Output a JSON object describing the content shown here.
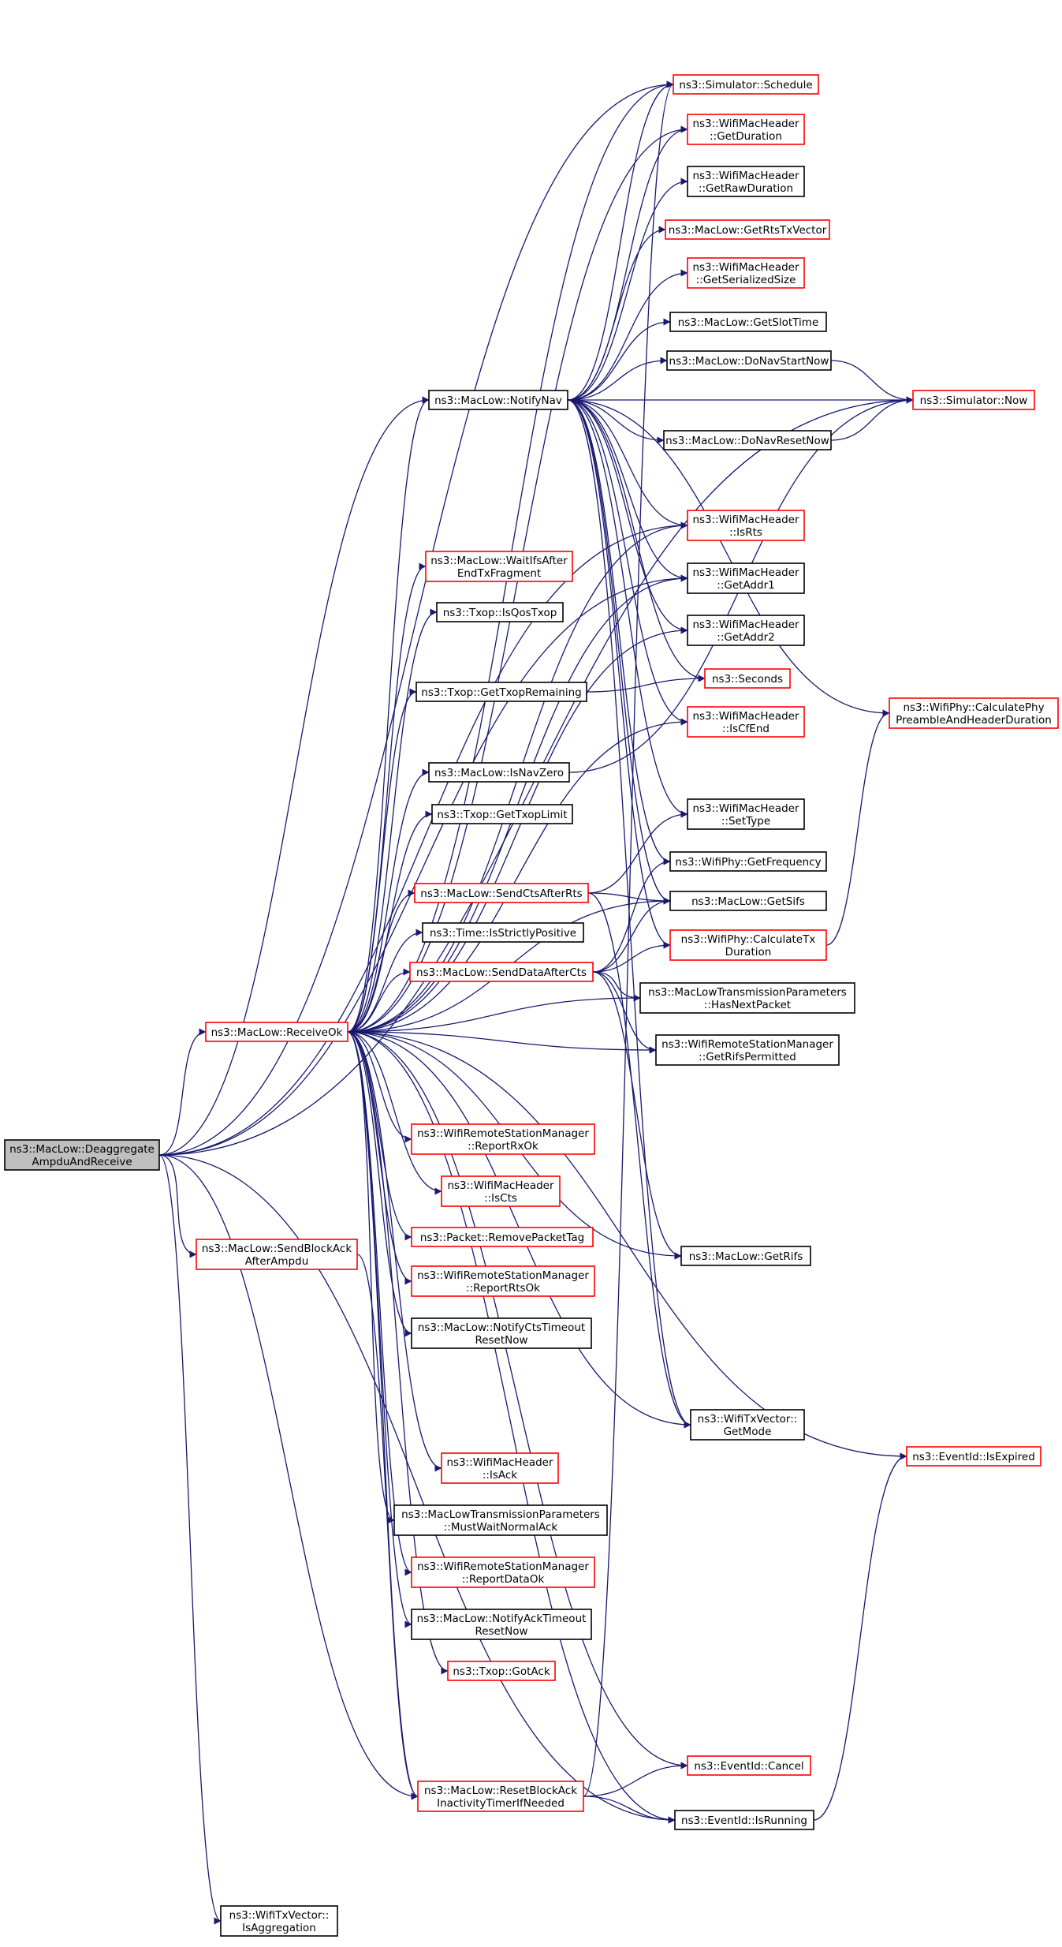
{
  "colors": {
    "edge": "#191970",
    "node_border_black": "#000000",
    "node_border_red": "#ff0000",
    "node_fill": "#ffffff",
    "focus_fill": "#bfbfbf"
  },
  "nodes": [
    {
      "id": "deagg",
      "lines": [
        "ns3::MacLow::Deaggregate",
        "AmpduAndReceive"
      ],
      "style": "focus"
    },
    {
      "id": "receiveok",
      "lines": [
        "ns3::MacLow::ReceiveOk"
      ],
      "style": "red"
    },
    {
      "id": "sendblockack",
      "lines": [
        "ns3::MacLow::SendBlockAck",
        "AfterAmpdu"
      ],
      "style": "red"
    },
    {
      "id": "isaggregation",
      "lines": [
        "ns3::WifiTxVector::",
        "IsAggregation"
      ],
      "style": "black"
    },
    {
      "id": "notifynav",
      "lines": [
        "ns3::MacLow::NotifyNav"
      ],
      "style": "black"
    },
    {
      "id": "schedule",
      "lines": [
        "ns3::Simulator::Schedule"
      ],
      "style": "red"
    },
    {
      "id": "getduration",
      "lines": [
        "ns3::WifiMacHeader",
        "::GetDuration"
      ],
      "style": "red"
    },
    {
      "id": "getrawduration",
      "lines": [
        "ns3::WifiMacHeader",
        "::GetRawDuration"
      ],
      "style": "black"
    },
    {
      "id": "getrtstxvector",
      "lines": [
        "ns3::MacLow::GetRtsTxVector"
      ],
      "style": "red"
    },
    {
      "id": "getserializedsize",
      "lines": [
        "ns3::WifiMacHeader",
        "::GetSerializedSize"
      ],
      "style": "red"
    },
    {
      "id": "getslottime",
      "lines": [
        "ns3::MacLow::GetSlotTime"
      ],
      "style": "black"
    },
    {
      "id": "donavstartnow",
      "lines": [
        "ns3::MacLow::DoNavStartNow"
      ],
      "style": "black"
    },
    {
      "id": "simnow",
      "lines": [
        "ns3::Simulator::Now"
      ],
      "style": "red"
    },
    {
      "id": "donavresetnow",
      "lines": [
        "ns3::MacLow::DoNavResetNow"
      ],
      "style": "black"
    },
    {
      "id": "isrts",
      "lines": [
        "ns3::WifiMacHeader",
        "::IsRts"
      ],
      "style": "red"
    },
    {
      "id": "getaddr1",
      "lines": [
        "ns3::WifiMacHeader",
        "::GetAddr1"
      ],
      "style": "black"
    },
    {
      "id": "getaddr2",
      "lines": [
        "ns3::WifiMacHeader",
        "::GetAddr2"
      ],
      "style": "black"
    },
    {
      "id": "seconds",
      "lines": [
        "ns3::Seconds"
      ],
      "style": "red"
    },
    {
      "id": "iscfend",
      "lines": [
        "ns3::WifiMacHeader",
        "::IsCfEnd"
      ],
      "style": "red"
    },
    {
      "id": "calcphy",
      "lines": [
        "ns3::WifiPhy::CalculatePhy",
        "PreambleAndHeaderDuration"
      ],
      "style": "red"
    },
    {
      "id": "settype",
      "lines": [
        "ns3::WifiMacHeader",
        "::SetType"
      ],
      "style": "black"
    },
    {
      "id": "getfrequency",
      "lines": [
        "ns3::WifiPhy::GetFrequency"
      ],
      "style": "black"
    },
    {
      "id": "getsifs",
      "lines": [
        "ns3::MacLow::GetSifs"
      ],
      "style": "black"
    },
    {
      "id": "calctx",
      "lines": [
        "ns3::WifiPhy::CalculateTx",
        "Duration"
      ],
      "style": "red"
    },
    {
      "id": "hasnextpacket",
      "lines": [
        "ns3::MacLowTransmissionParameters",
        "::HasNextPacket"
      ],
      "style": "black"
    },
    {
      "id": "getrifspermitted",
      "lines": [
        "ns3::WifiRemoteStationManager",
        "::GetRifsPermitted"
      ],
      "style": "black"
    },
    {
      "id": "waitifs",
      "lines": [
        "ns3::MacLow::WaitIfsAfter",
        "EndTxFragment"
      ],
      "style": "red"
    },
    {
      "id": "isqostxop",
      "lines": [
        "ns3::Txop::IsQosTxop"
      ],
      "style": "black"
    },
    {
      "id": "gettxopremaining",
      "lines": [
        "ns3::Txop::GetTxopRemaining"
      ],
      "style": "black"
    },
    {
      "id": "isnavzero",
      "lines": [
        "ns3::MacLow::IsNavZero"
      ],
      "style": "black"
    },
    {
      "id": "gettxoplimit",
      "lines": [
        "ns3::Txop::GetTxopLimit"
      ],
      "style": "black"
    },
    {
      "id": "sendctsafterrts",
      "lines": [
        "ns3::MacLow::SendCtsAfterRts"
      ],
      "style": "red"
    },
    {
      "id": "isstrictlypositive",
      "lines": [
        "ns3::Time::IsStrictlyPositive"
      ],
      "style": "black"
    },
    {
      "id": "senddataaftercts",
      "lines": [
        "ns3::MacLow::SendDataAfterCts"
      ],
      "style": "red"
    },
    {
      "id": "reportrxok",
      "lines": [
        "ns3::WifiRemoteStationManager",
        "::ReportRxOk"
      ],
      "style": "red"
    },
    {
      "id": "iscts",
      "lines": [
        "ns3::WifiMacHeader",
        "::IsCts"
      ],
      "style": "red"
    },
    {
      "id": "removepackettag",
      "lines": [
        "ns3::Packet::RemovePacketTag"
      ],
      "style": "red"
    },
    {
      "id": "reportrtsok",
      "lines": [
        "ns3::WifiRemoteStationManager",
        "::ReportRtsOk"
      ],
      "style": "red"
    },
    {
      "id": "notifyctstimeout",
      "lines": [
        "ns3::MacLow::NotifyCtsTimeout",
        "ResetNow"
      ],
      "style": "black"
    },
    {
      "id": "getrifs",
      "lines": [
        "ns3::MacLow::GetRifs"
      ],
      "style": "black"
    },
    {
      "id": "getmode",
      "lines": [
        "ns3::WifiTxVector::",
        "GetMode"
      ],
      "style": "black"
    },
    {
      "id": "isexpired",
      "lines": [
        "ns3::EventId::IsExpired"
      ],
      "style": "red"
    },
    {
      "id": "isack",
      "lines": [
        "ns3::WifiMacHeader",
        "::IsAck"
      ],
      "style": "red"
    },
    {
      "id": "mustwait",
      "lines": [
        "ns3::MacLowTransmissionParameters",
        "::MustWaitNormalAck"
      ],
      "style": "black"
    },
    {
      "id": "reportdataok",
      "lines": [
        "ns3::WifiRemoteStationManager",
        "::ReportDataOk"
      ],
      "style": "red"
    },
    {
      "id": "notifyacktimeout",
      "lines": [
        "ns3::MacLow::NotifyAckTimeout",
        "ResetNow"
      ],
      "style": "black"
    },
    {
      "id": "gotack",
      "lines": [
        "ns3::Txop::GotAck"
      ],
      "style": "red"
    },
    {
      "id": "cancel",
      "lines": [
        "ns3::EventId::Cancel"
      ],
      "style": "red"
    },
    {
      "id": "resetblockack",
      "lines": [
        "ns3::MacLow::ResetBlockAck",
        "InactivityTimerIfNeeded"
      ],
      "style": "red"
    },
    {
      "id": "isrunning",
      "lines": [
        "ns3::EventId::IsRunning"
      ],
      "style": "black"
    }
  ],
  "edges": [
    [
      "deagg",
      "receiveok"
    ],
    [
      "deagg",
      "sendblockack"
    ],
    [
      "deagg",
      "isaggregation"
    ],
    [
      "deagg",
      "notifynav"
    ],
    [
      "deagg",
      "schedule"
    ],
    [
      "deagg",
      "simnow"
    ],
    [
      "deagg",
      "resetblockack"
    ],
    [
      "deagg",
      "isrunning"
    ],
    [
      "deagg",
      "getaddr1"
    ],
    [
      "deagg",
      "isrts"
    ],
    [
      "sendblockack",
      "resetblockack"
    ],
    [
      "notifynav",
      "schedule"
    ],
    [
      "notifynav",
      "getduration"
    ],
    [
      "notifynav",
      "getrawduration"
    ],
    [
      "notifynav",
      "getrtstxvector"
    ],
    [
      "notifynav",
      "getserializedsize"
    ],
    [
      "notifynav",
      "getslottime"
    ],
    [
      "notifynav",
      "donavstartnow"
    ],
    [
      "notifynav",
      "simnow"
    ],
    [
      "notifynav",
      "donavresetnow"
    ],
    [
      "notifynav",
      "isrts"
    ],
    [
      "notifynav",
      "getaddr1"
    ],
    [
      "notifynav",
      "getaddr2"
    ],
    [
      "notifynav",
      "seconds"
    ],
    [
      "notifynav",
      "iscfend"
    ],
    [
      "notifynav",
      "calcphy"
    ],
    [
      "notifynav",
      "settype"
    ],
    [
      "notifynav",
      "getfrequency"
    ],
    [
      "notifynav",
      "getsifs"
    ],
    [
      "notifynav",
      "calctx"
    ],
    [
      "notifynav",
      "getmode"
    ],
    [
      "donavstartnow",
      "simnow"
    ],
    [
      "donavresetnow",
      "simnow"
    ],
    [
      "receiveok",
      "notifynav"
    ],
    [
      "receiveok",
      "schedule"
    ],
    [
      "receiveok",
      "getduration"
    ],
    [
      "receiveok",
      "isrts"
    ],
    [
      "receiveok",
      "getaddr1"
    ],
    [
      "receiveok",
      "waitifs"
    ],
    [
      "receiveok",
      "isqostxop"
    ],
    [
      "receiveok",
      "getaddr2"
    ],
    [
      "receiveok",
      "gettxopremaining"
    ],
    [
      "receiveok",
      "iscfend"
    ],
    [
      "receiveok",
      "isnavzero"
    ],
    [
      "receiveok",
      "gettxoplimit"
    ],
    [
      "receiveok",
      "sendctsafterrts"
    ],
    [
      "receiveok",
      "getsifs"
    ],
    [
      "receiveok",
      "isstrictlypositive"
    ],
    [
      "receiveok",
      "senddataaftercts"
    ],
    [
      "receiveok",
      "hasnextpacket"
    ],
    [
      "receiveok",
      "getrifspermitted"
    ],
    [
      "receiveok",
      "reportrxok"
    ],
    [
      "receiveok",
      "iscts"
    ],
    [
      "receiveok",
      "removepackettag"
    ],
    [
      "receiveok",
      "reportrtsok"
    ],
    [
      "receiveok",
      "notifyctstimeout"
    ],
    [
      "receiveok",
      "getrifs"
    ],
    [
      "receiveok",
      "getmode"
    ],
    [
      "receiveok",
      "isexpired"
    ],
    [
      "receiveok",
      "isack"
    ],
    [
      "receiveok",
      "mustwait"
    ],
    [
      "receiveok",
      "reportdataok"
    ],
    [
      "receiveok",
      "notifyacktimeout"
    ],
    [
      "receiveok",
      "gotack"
    ],
    [
      "receiveok",
      "cancel"
    ],
    [
      "receiveok",
      "resetblockack"
    ],
    [
      "receiveok",
      "isrunning"
    ],
    [
      "gettxopremaining",
      "seconds"
    ],
    [
      "isnavzero",
      "simnow"
    ],
    [
      "sendctsafterrts",
      "settype"
    ],
    [
      "sendctsafterrts",
      "getsifs"
    ],
    [
      "sendctsafterrts",
      "getmode"
    ],
    [
      "senddataaftercts",
      "getfrequency"
    ],
    [
      "senddataaftercts",
      "getsifs"
    ],
    [
      "senddataaftercts",
      "calctx"
    ],
    [
      "senddataaftercts",
      "hasnextpacket"
    ],
    [
      "senddataaftercts",
      "getrifspermitted"
    ],
    [
      "senddataaftercts",
      "getrifs"
    ],
    [
      "calctx",
      "calcphy"
    ],
    [
      "resetblockack",
      "schedule"
    ],
    [
      "resetblockack",
      "cancel"
    ],
    [
      "resetblockack",
      "isrunning"
    ],
    [
      "isrunning",
      "isexpired"
    ]
  ]
}
